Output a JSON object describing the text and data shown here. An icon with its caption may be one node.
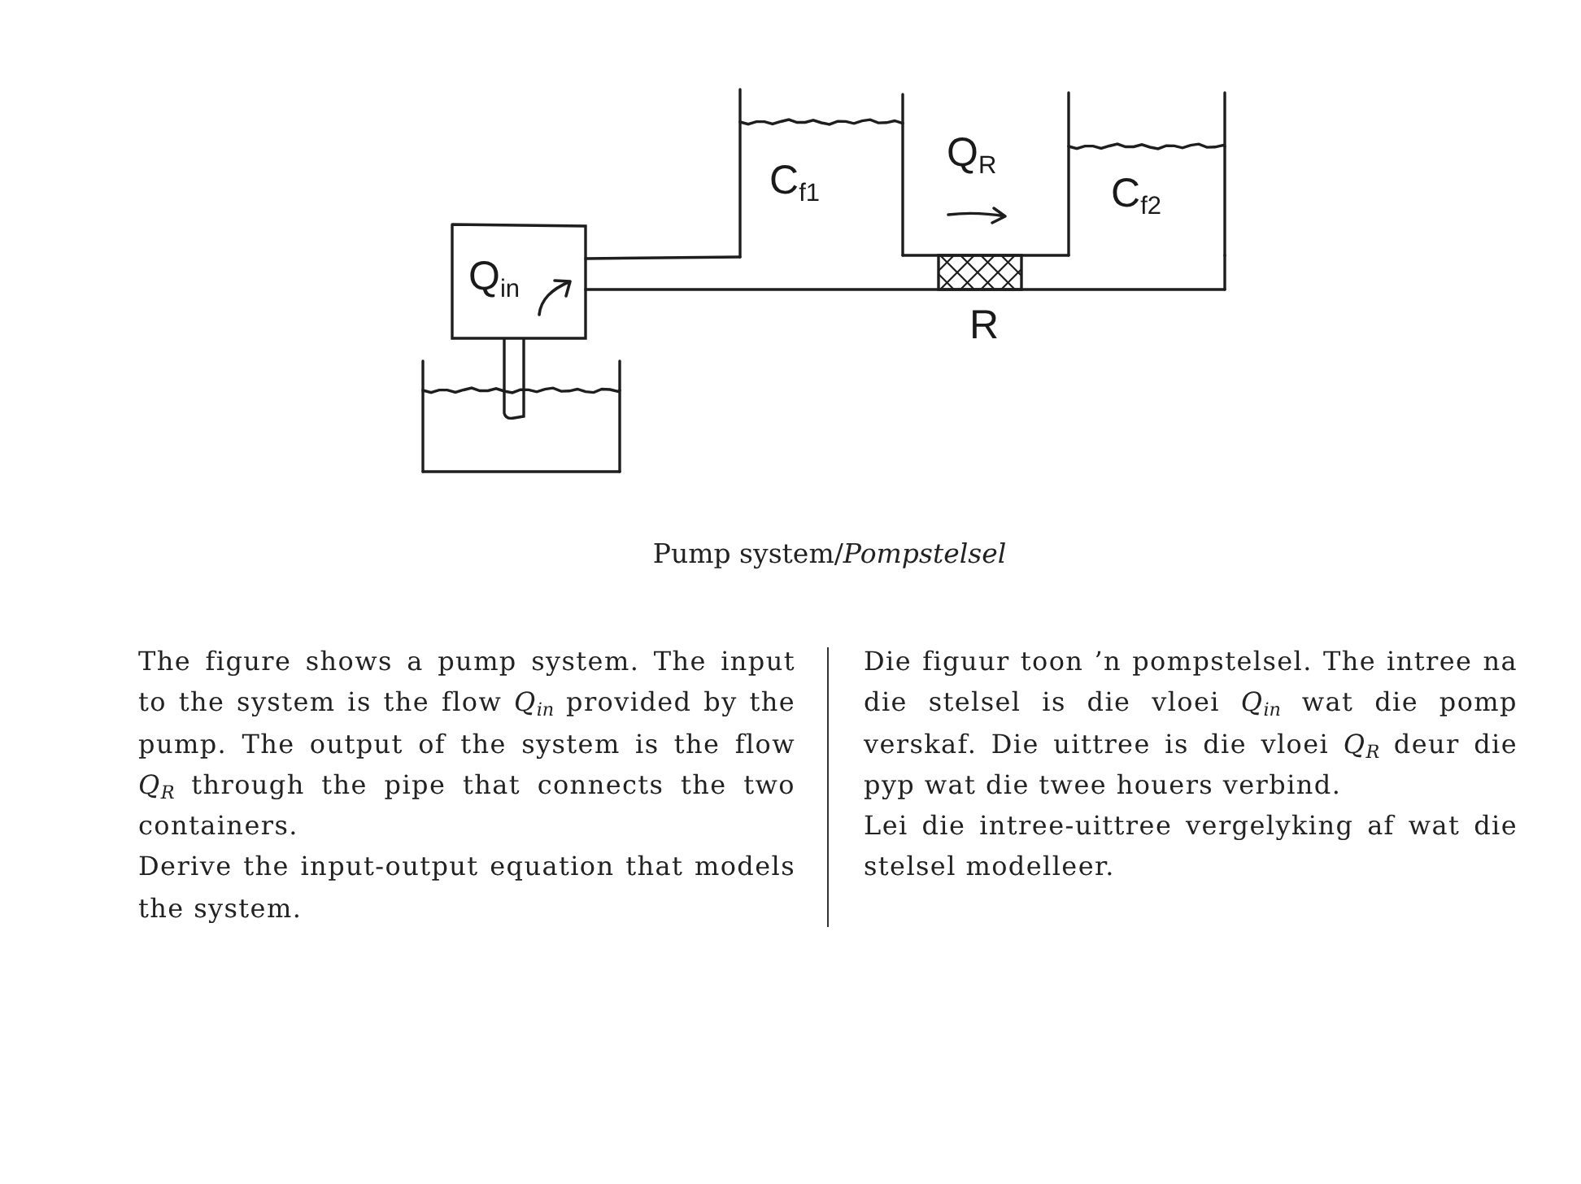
{
  "diagram": {
    "caption": "Pump system/*Pompstelsel*",
    "nodes": [
      {
        "text": [
          "Q$_{in}$"
        ]
      },
      {
        "text": [
          "C$_{f1}$"
        ]
      },
      {
        "text": [
          "C$_{f2}$"
        ]
      },
      {
        "text": [],
        "shape": "box"
      },
      {
        "text": [],
        "shape": "pipe"
      }
    ],
    "labels": [
      "Q$_{R}$",
      "R",
      "The figure shows a pump system. The input to the system is the flow *Q*$_{in}$ provided by the pump. The output of the system is the flow *Q*$_{R}$ through the pipe that connects the two containers.",
      "Derive the input-output equation that models the system.",
      "Die figuur toon ’n pompstelsel. The intree na die stelsel is die vloei *Q*$_{in}$ wat die pomp verskaf. Die uittree is die vloei *Q*$_{R}$ deur die pyp wat die twee houers verbind.",
      "Lei die intree-uittree vergelyking af wat die stelsel modelleer."
    ]
  }
}
